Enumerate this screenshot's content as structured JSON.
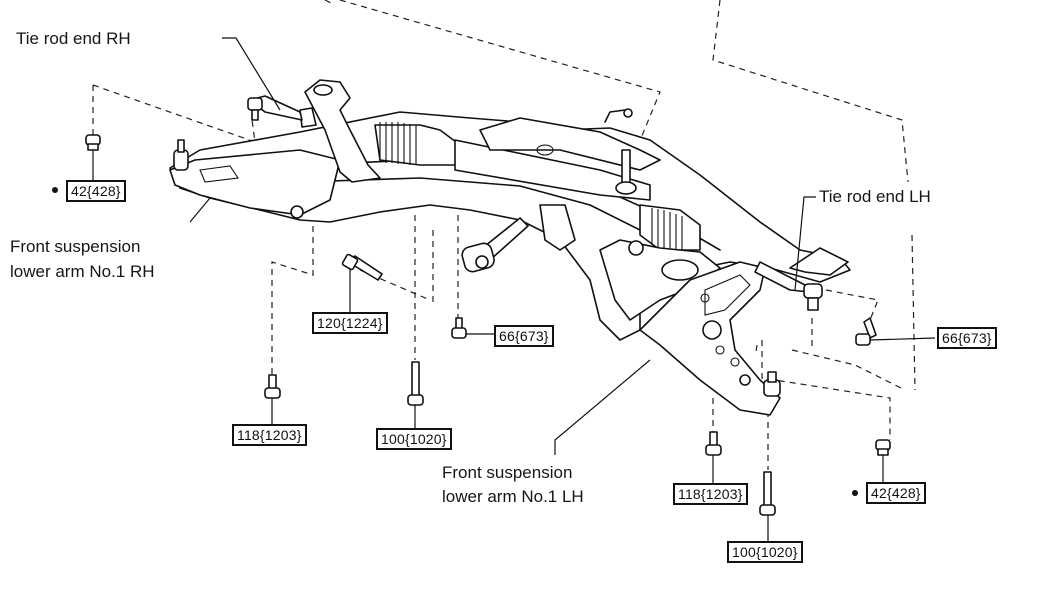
{
  "diagram": {
    "subject": "Front suspension crossmember assembly with steering rack",
    "labels": {
      "tie_rod_end_rh": "Tie rod end RH",
      "tie_rod_end_lh": "Tie rod end LH",
      "lower_arm_rh_line1": "Front suspension",
      "lower_arm_rh_line2": "lower arm No.1 RH",
      "lower_arm_lh_line1": "Front suspension",
      "lower_arm_lh_line2": "lower arm No.1 LH"
    },
    "torque_specs": [
      {
        "id": "rh-ball-joint-nut",
        "value": "42{428}",
        "marker": "•",
        "fastener": "nut"
      },
      {
        "id": "rh-front-bolt",
        "value": "120{1224}",
        "fastener": "bolt"
      },
      {
        "id": "rh-rear-bolt-small",
        "value": "66{673}",
        "fastener": "bolt"
      },
      {
        "id": "rh-rear-bolt",
        "value": "118{1203}",
        "fastener": "bolt"
      },
      {
        "id": "rh-rear-long-bolt",
        "value": "100{1020}",
        "fastener": "long-bolt"
      },
      {
        "id": "lh-side-bolt",
        "value": "66{673}",
        "fastener": "bolt"
      },
      {
        "id": "lh-rear-bolt",
        "value": "118{1203}",
        "fastener": "bolt"
      },
      {
        "id": "lh-rear-long-bolt",
        "value": "100{1020}",
        "fastener": "long-bolt"
      },
      {
        "id": "lh-ball-joint-nut",
        "value": "42{428}",
        "marker": "•",
        "fastener": "nut"
      }
    ]
  }
}
